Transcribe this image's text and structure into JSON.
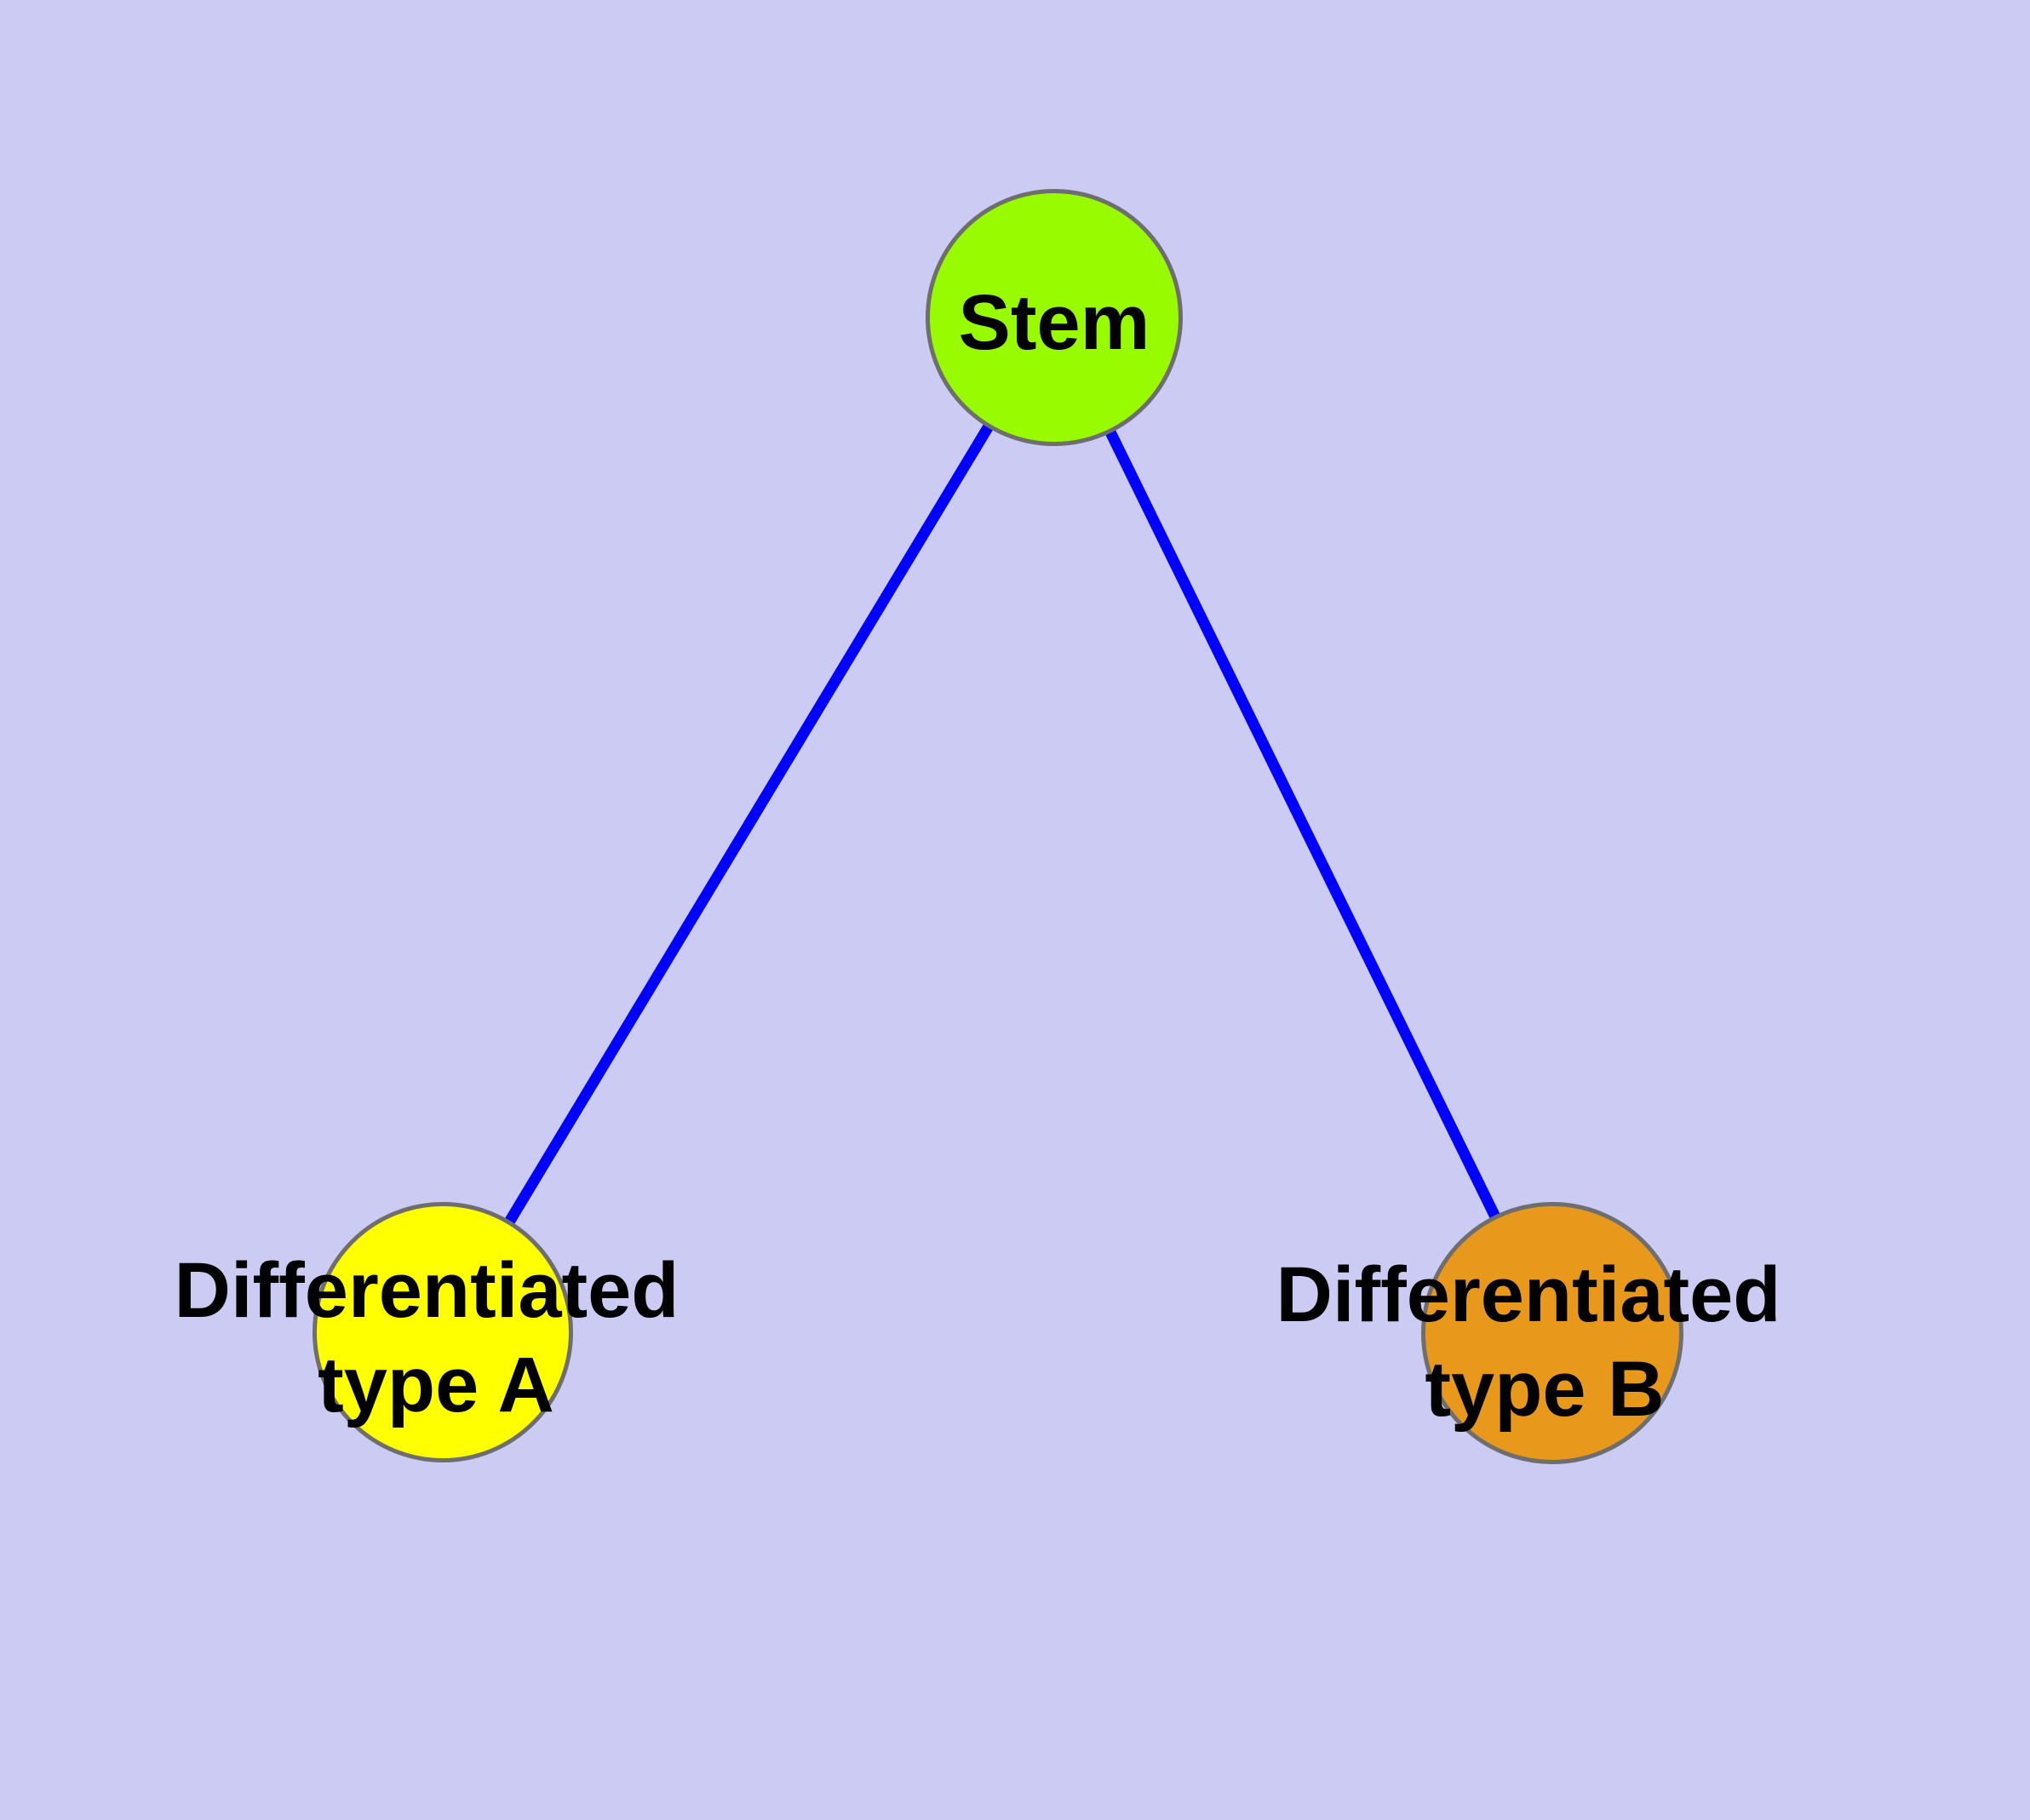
{
  "diagram": {
    "type": "node-link-graph",
    "background_color": "#CBCBF4",
    "edge_color": "#0000FF",
    "node_border_color": "#6E6E6E",
    "text_color": "#000000",
    "nodes": [
      {
        "id": "stem",
        "label": "Stem",
        "fill": "#99FB00"
      },
      {
        "id": "differentiated-type-a",
        "label_line1": "Differentiated",
        "label_line2": "type A",
        "fill": "#FFFF00"
      },
      {
        "id": "differentiated-type-b",
        "label_line1": "Differentiated",
        "label_line2": "type B",
        "fill": "#E8991C"
      }
    ],
    "edges": [
      {
        "from": "Stem",
        "to": "Differentiated type A"
      },
      {
        "from": "Stem",
        "to": "Differentiated type B"
      }
    ]
  }
}
